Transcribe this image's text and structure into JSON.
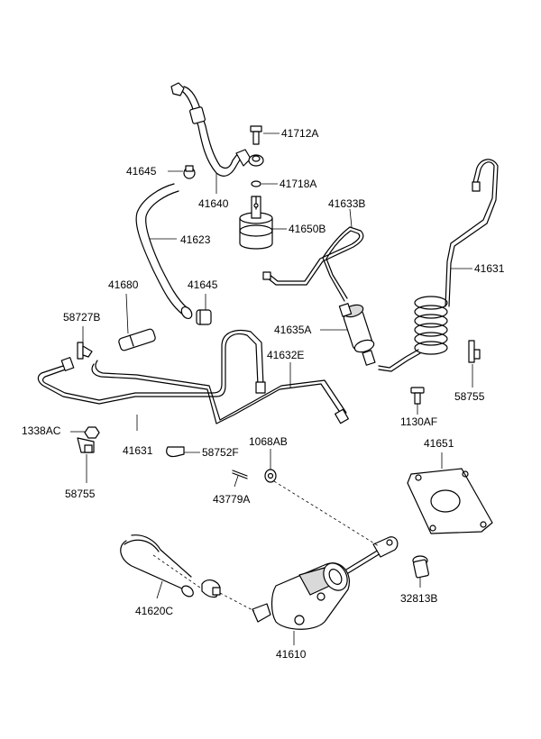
{
  "labels": {
    "p41712A": "41712A",
    "p41645a": "41645",
    "p41718A": "41718A",
    "p41640": "41640",
    "p41633B": "41633B",
    "p41623": "41623",
    "p41650B": "41650B",
    "p41631a": "41631",
    "p41680": "41680",
    "p41645b": "41645",
    "p58727B": "58727B",
    "p41635A": "41635A",
    "p41632E": "41632E",
    "p58755a": "58755",
    "p1130AF": "1130AF",
    "p1338AC": "1338AC",
    "p41631b": "41631",
    "p58752F": "58752F",
    "p1068AB": "1068AB",
    "p41651": "41651",
    "p58755b": "58755",
    "p43779A": "43779A",
    "p32813B": "32813B",
    "p41620C": "41620C",
    "p41610": "41610"
  }
}
